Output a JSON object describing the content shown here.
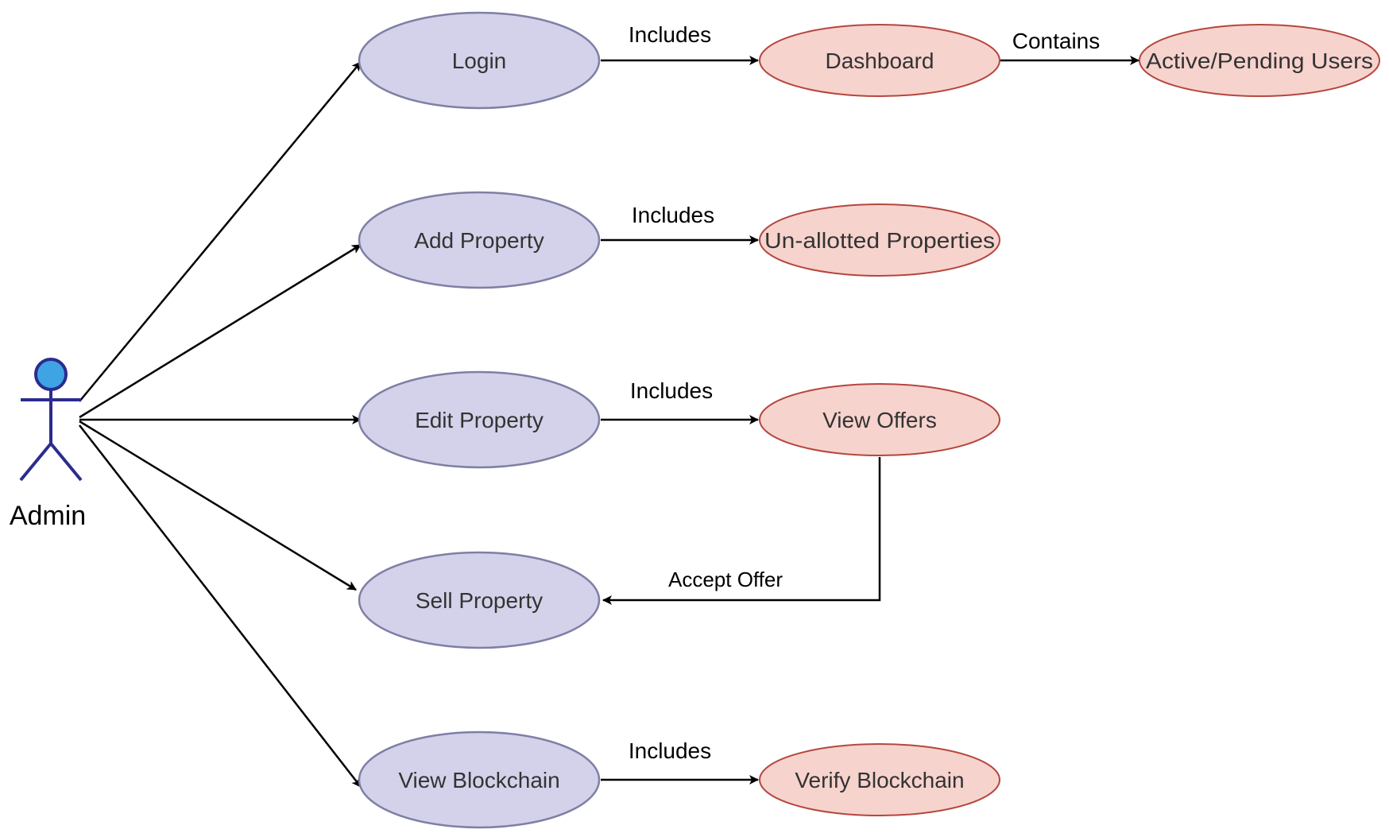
{
  "colors": {
    "usecase_fill": "#d3d2ea",
    "usecase_stroke": "#7f7fa6",
    "feature_fill": "#f7d3ce",
    "feature_stroke": "#b5463d",
    "actor_head_fill": "#3fa4e3",
    "actor_stroke": "#2b2c8e",
    "edge": "#000000"
  },
  "actor": {
    "label": "Admin",
    "icon": "stick-figure-actor-icon"
  },
  "use_cases": [
    {
      "id": "login",
      "label": "Login"
    },
    {
      "id": "add_property",
      "label": "Add Property"
    },
    {
      "id": "edit_property",
      "label": "Edit Property"
    },
    {
      "id": "sell_property",
      "label": "Sell Property"
    },
    {
      "id": "view_blockchain",
      "label": "View Blockchain"
    }
  ],
  "features": [
    {
      "id": "dashboard",
      "label": "Dashboard"
    },
    {
      "id": "active_pending_users",
      "label": "Active/Pending Users"
    },
    {
      "id": "unallotted_properties",
      "label": "Un-allotted Properties"
    },
    {
      "id": "view_offers",
      "label": "View Offers"
    },
    {
      "id": "verify_blockchain",
      "label": "Verify Blockchain"
    }
  ],
  "edges": [
    {
      "from": "admin",
      "to": "login",
      "label": ""
    },
    {
      "from": "admin",
      "to": "add_property",
      "label": ""
    },
    {
      "from": "admin",
      "to": "edit_property",
      "label": ""
    },
    {
      "from": "admin",
      "to": "sell_property",
      "label": ""
    },
    {
      "from": "admin",
      "to": "view_blockchain",
      "label": ""
    },
    {
      "from": "login",
      "to": "dashboard",
      "label": "Includes"
    },
    {
      "from": "dashboard",
      "to": "active_pending_users",
      "label": "Contains"
    },
    {
      "from": "add_property",
      "to": "unallotted_properties",
      "label": "Includes"
    },
    {
      "from": "edit_property",
      "to": "view_offers",
      "label": "Includes"
    },
    {
      "from": "view_offers",
      "to": "sell_property",
      "label": "Accept Offer"
    },
    {
      "from": "view_blockchain",
      "to": "verify_blockchain",
      "label": "Includes"
    }
  ]
}
